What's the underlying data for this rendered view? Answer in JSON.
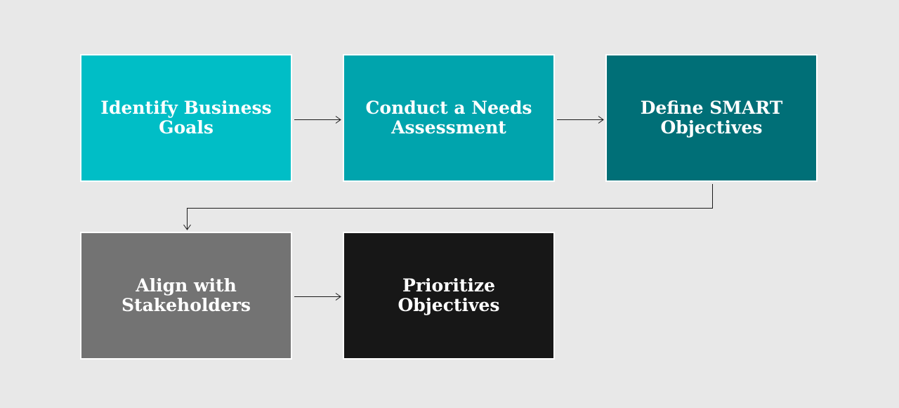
{
  "steps": [
    {
      "label": "Identify Business Goals",
      "color": "#00bec6"
    },
    {
      "label": "Conduct a Needs Assessment",
      "color": "#00a4ad"
    },
    {
      "label": "Define SMART Objectives",
      "color": "#006f77"
    },
    {
      "label": "Align with Stakeholders",
      "color": "#737373"
    },
    {
      "label": "Prioritize Objectives",
      "color": "#171717"
    }
  ],
  "colors": {
    "background": "#e8e8e8",
    "border": "#ffffff",
    "connector": "#1a1a1a"
  }
}
